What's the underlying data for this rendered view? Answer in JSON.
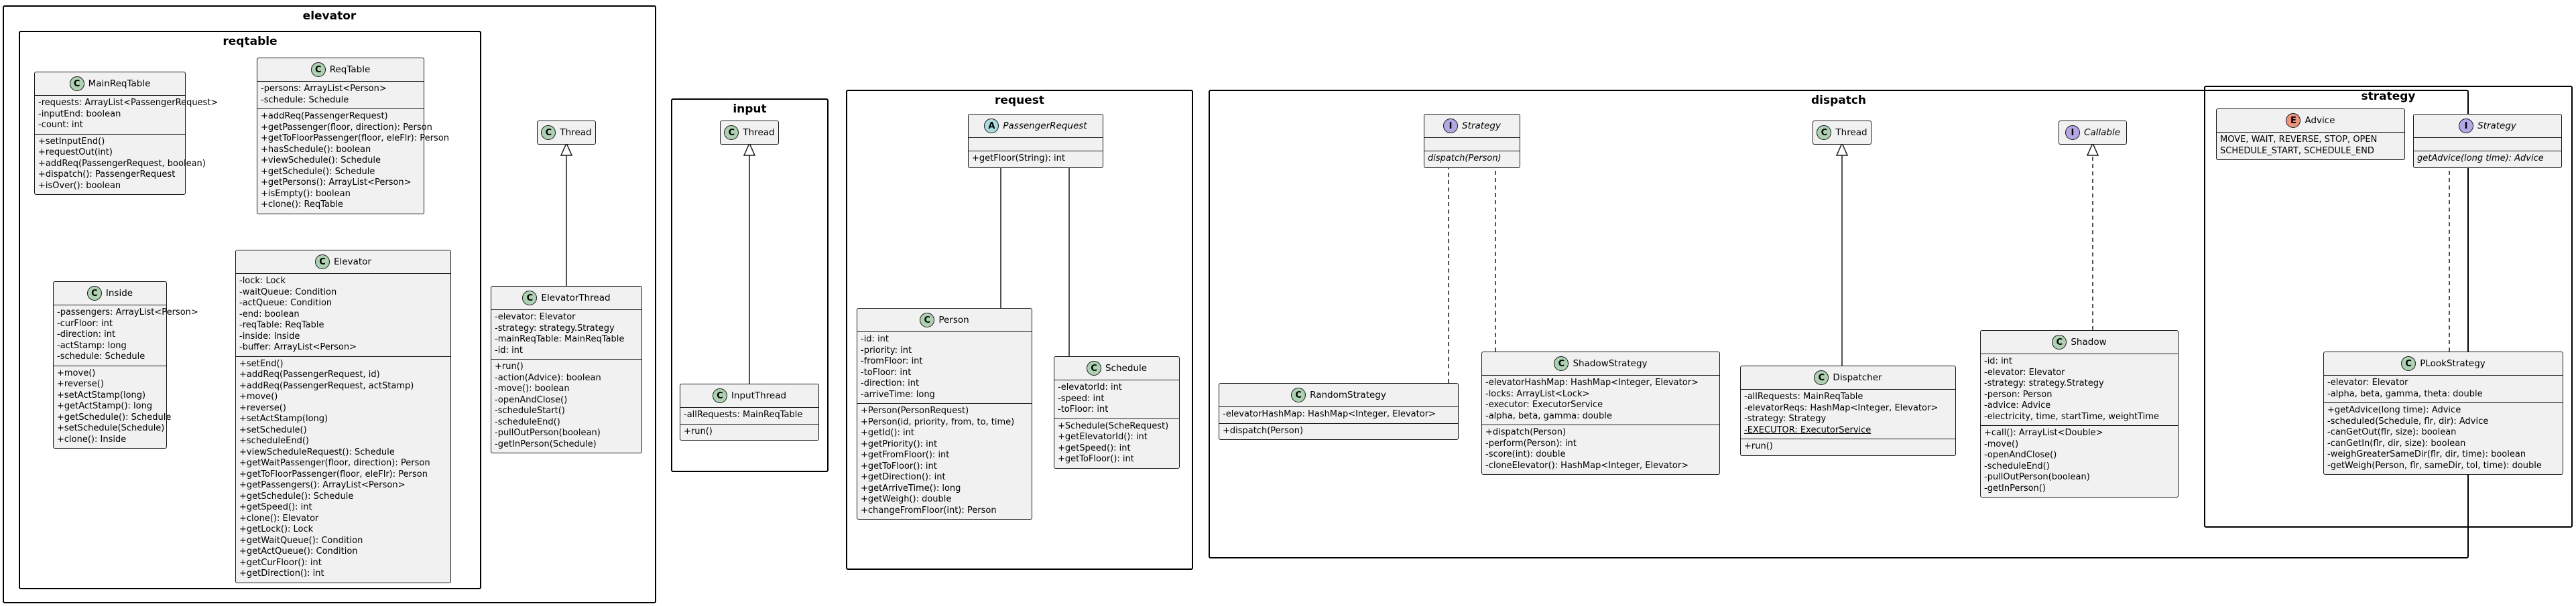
{
  "packages": {
    "elevator": "elevator",
    "reqtable": "reqtable",
    "input": "input",
    "request": "request",
    "dispatch": "dispatch",
    "strategy": "strategy"
  },
  "classes": {
    "mainreqtable": {
      "name": "MainReqTable",
      "kind": "C",
      "fields": [
        "-requests: ArrayList<PassengerRequest>",
        "-inputEnd: boolean",
        "-count: int"
      ],
      "methods": [
        "+setInputEnd()",
        "+requestOut(int)",
        "+addReq(PassengerRequest, boolean)",
        "+dispatch(): PassengerRequest",
        "+isOver(): boolean"
      ]
    },
    "reqtable": {
      "name": "ReqTable",
      "kind": "C",
      "fields": [
        "-persons: ArrayList<Person>",
        "-schedule: Schedule"
      ],
      "methods": [
        "+addReq(PassengerRequest)",
        "+getPassenger(floor, direction): Person",
        "+getToFloorPassenger(floor, eleFlr): Person",
        "+hasSchedule(): boolean",
        "+viewSchedule(): Schedule",
        "+getSchedule(): Schedule",
        "+getPersons(): ArrayList<Person>",
        "+isEmpty(): boolean",
        "+clone(): ReqTable"
      ]
    },
    "inside": {
      "name": "Inside",
      "kind": "C",
      "fields": [
        "-passengers: ArrayList<Person>",
        "-curFloor: int",
        "-direction: int",
        "-actStamp: long",
        "-schedule: Schedule"
      ],
      "methods": [
        "+move()",
        "+reverse()",
        "+setActStamp(long)",
        "+getActStamp(): long",
        "+getSchedule(): Schedule",
        "+setSchedule(Schedule)",
        "+clone(): Inside"
      ]
    },
    "elevator": {
      "name": "Elevator",
      "kind": "C",
      "fields": [
        "-lock: Lock",
        "-waitQueue: Condition",
        "-actQueue: Condition",
        "-end: boolean",
        "-reqTable: ReqTable",
        "-inside: Inside",
        "-buffer: ArrayList<Person>"
      ],
      "methods": [
        "+setEnd()",
        "+addReq(PassengerRequest, id)",
        "+addReq(PassengerRequest, actStamp)",
        "+move()",
        "+reverse()",
        "+setActStamp(long)",
        "+setSchedule()",
        "+scheduleEnd()",
        "+viewScheduleRequest(): Schedule",
        "+getWaitPassenger(floor, direction): Person",
        "+getToFloorPassenger(floor, eleFlr): Person",
        "+getPassengers(): ArrayList<Person>",
        "+getSchedule(): Schedule",
        "+getSpeed(): int",
        "+clone(): Elevator",
        "+getLock(): Lock",
        "+getWaitQueue(): Condition",
        "+getActQueue(): Condition",
        "+getCurFloor(): int",
        "+getDirection(): int"
      ]
    },
    "thread_elev": {
      "name": "Thread",
      "kind": "C"
    },
    "elevatorthread": {
      "name": "ElevatorThread",
      "kind": "C",
      "fields": [
        "-elevator: Elevator",
        "-strategy: strategy.Strategy",
        "-mainReqTable: MainReqTable",
        "-id: int"
      ],
      "methods": [
        "+run()",
        "-action(Advice): boolean",
        "-move(): boolean",
        "-openAndClose()",
        "-scheduleStart()",
        "-scheduleEnd()",
        "-pullOutPerson(boolean)",
        "-getInPerson(Schedule)"
      ]
    },
    "thread_input": {
      "name": "Thread",
      "kind": "C"
    },
    "inputthread": {
      "name": "InputThread",
      "kind": "C",
      "fields": [
        "-allRequests: MainReqTable"
      ],
      "methods": [
        "+run()"
      ]
    },
    "passengerrequest": {
      "name": "PassengerRequest",
      "kind": "A",
      "fields": [],
      "methods": [
        "+getFloor(String): int"
      ]
    },
    "person": {
      "name": "Person",
      "kind": "C",
      "fields": [
        "-id: int",
        "-priority: int",
        "-fromFloor: int",
        "-toFloor: int",
        "-direction: int",
        "-arriveTime: long"
      ],
      "methods": [
        "+Person(PersonRequest)",
        "+Person(id, priority, from, to, time)",
        "+getId(): int",
        "+getPriority(): int",
        "+getFromFloor(): int",
        "+getToFloor(): int",
        "+getDirection(): int",
        "+getArriveTime(): long",
        "+getWeigh(): double",
        "+changeFromFloor(int): Person"
      ]
    },
    "schedule": {
      "name": "Schedule",
      "kind": "C",
      "fields": [
        "-elevatorId: int",
        "-speed: int",
        "-toFloor: int"
      ],
      "methods": [
        "+Schedule(ScheRequest)",
        "+getElevatorId(): int",
        "+getSpeed(): int",
        "+getToFloor(): int"
      ]
    },
    "strategy_disp": {
      "name": "Strategy",
      "kind": "I",
      "fields": [],
      "methods": [
        "dispatch(Person)"
      ]
    },
    "thread_disp": {
      "name": "Thread",
      "kind": "C"
    },
    "callable": {
      "name": "Callable",
      "kind": "I"
    },
    "randomstrategy": {
      "name": "RandomStrategy",
      "kind": "C",
      "fields": [
        "-elevatorHashMap: HashMap<Integer, Elevator>"
      ],
      "methods": [
        "+dispatch(Person)"
      ]
    },
    "shadowstrategy": {
      "name": "ShadowStrategy",
      "kind": "C",
      "fields": [
        "-elevatorHashMap: HashMap<Integer, Elevator>",
        "-locks: ArrayList<Lock>",
        "-executor: ExecutorService",
        "-alpha, beta, gamma: double"
      ],
      "methods": [
        "+dispatch(Person)",
        "-perform(Person): int",
        "-score(int): double",
        "-cloneElevator(): HashMap<Integer, Elevator>"
      ]
    },
    "dispatcher": {
      "name": "Dispatcher",
      "kind": "C",
      "fields": [
        "-allRequests: MainReqTable",
        "-elevatorReqs: HashMap<Integer, Elevator>",
        "-strategy: Strategy",
        "-EXECUTOR: ExecutorService"
      ],
      "methods": [
        "+run()"
      ]
    },
    "shadow": {
      "name": "Shadow",
      "kind": "C",
      "fields": [
        "-id: int",
        "-elevator: Elevator",
        "-strategy: strategy.Strategy",
        "-person: Person",
        "-advice: Advice",
        "-electricity, time, startTime, weightTime"
      ],
      "methods": [
        "+call(): ArrayList<Double>",
        "-move()",
        "-openAndClose()",
        "-scheduleEnd()",
        "-pullOutPerson(boolean)",
        "-getInPerson()"
      ]
    },
    "advice": {
      "name": "Advice",
      "kind": "E",
      "fields": [
        "MOVE, WAIT, REVERSE, STOP, OPEN",
        "SCHEDULE_START, SCHEDULE_END"
      ]
    },
    "strategy_strat": {
      "name": "Strategy",
      "kind": "I",
      "fields": [],
      "methods": [
        "getAdvice(long time): Advice"
      ]
    },
    "plookstrategy": {
      "name": "PLookStrategy",
      "kind": "C",
      "fields": [
        "-elevator: Elevator",
        "-alpha, beta, gamma, theta: double"
      ],
      "methods": [
        "+getAdvice(long time): Advice",
        "-scheduled(Schedule, flr, dir): Advice",
        "-canGetOut(flr, size): boolean",
        "-canGetIn(flr, dir, size): boolean",
        "-weighGreaterSameDir(flr, dir, time): boolean",
        "-getWeigh(Person, flr, sameDir, tol, time): double"
      ]
    }
  }
}
